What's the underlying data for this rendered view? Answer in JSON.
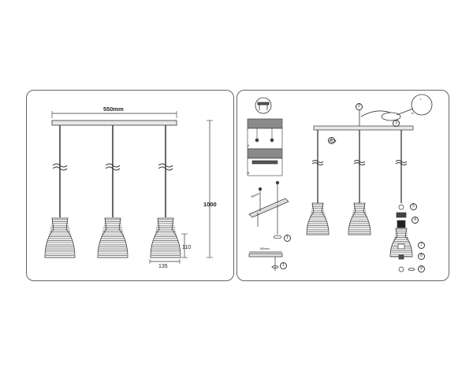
{
  "dimensions": {
    "width": "550mm",
    "height": "1000",
    "shade_height": "110",
    "shade_width": "135"
  },
  "callouts": [
    "1",
    "2",
    "3",
    "4",
    "5",
    "6",
    "7",
    "8",
    "9"
  ],
  "inset_labels": {
    "a": "A",
    "b": "B",
    "rail_small": "390mm",
    "rail_bottom": "550mm",
    "wire_n": "N",
    "wire_l": "L"
  }
}
